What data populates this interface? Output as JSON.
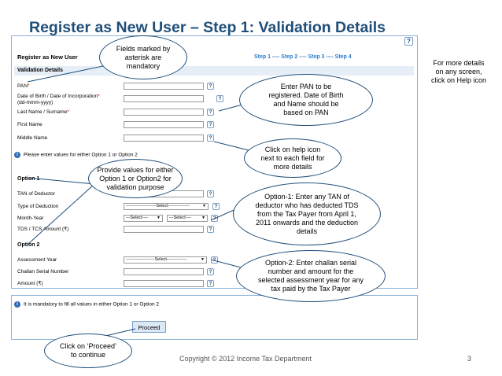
{
  "slide_title": "Register as New User – Step 1: Validation Details",
  "form": {
    "heading": "Register as New User",
    "steps": "Step 1 ---- Step 2 ---- Step 3 ---- Step 4",
    "validation_section": "Validation Details",
    "fields": {
      "pan": "PAN",
      "required_mark": "*",
      "dob_line1": "Date of Birth / Date of Incorporation",
      "dob_line2": "(dd-mmm-yyyy)",
      "last_name": "Last Name / Surname",
      "first_name": "First Name",
      "middle_name": "Middle Name"
    },
    "info_option": "Please enter values for either Option 1 or Option 2",
    "option1": {
      "heading": "Option 1",
      "tan": "TAN of Deductor",
      "deduction_type": "Type of Deduction",
      "deduction_select": "---------------------Select---------------",
      "month_year": "Month-Year",
      "month_select": "---Select----",
      "year_select": "---Select----",
      "tds_amount": "TDS / TCS Amount (₹)"
    },
    "option2": {
      "heading": "Option 2",
      "assessment_year": "Assessment Year",
      "assessment_select": "--------------------Select--------------",
      "challan_serial": "Challan Serial Number",
      "amount": "Amount (₹)"
    },
    "info_mandatory": "It is mandatory to fill all values in either Option 1 or Option 2",
    "proceed": "Proceed",
    "help_glyph": "?",
    "info_glyph": "i"
  },
  "callouts": {
    "mandatory": "Fields marked by\nasterisk are\nmandatory",
    "help_details": "For more details\non any screen,\nclick on Help icon",
    "pan_info": "Enter PAN to be\nregistered. Date of Birth\nand Name should be\nbased on PAN",
    "help_each_field": "Click on help icon\nnext to each field for\nmore details",
    "either_option": "Provide values for either\nOption 1 or Option2  for\nvalidation purpose",
    "option1_info": "Option-1: Enter any TAN of\ndeductor who has deducted TDS\nfrom the Tax Payer from April 1,\n2011 onwards and the deduction\ndetails",
    "option2_info": "Option-2: Enter challan serial\nnumber and amount for the\nselected assessment year for any\ntax paid by the Tax Payer",
    "proceed_info": "Click on ‘Proceed’\nto continue"
  },
  "footer": {
    "copyright": "Copyright © 2012 Income Tax Department",
    "page_number": "3"
  },
  "colors": {
    "title": "#1f4e79",
    "steps": "#2e7bcf",
    "required": "#cc0000",
    "section_bg": "#e6eef7",
    "panel_border": "#8db2d8"
  }
}
